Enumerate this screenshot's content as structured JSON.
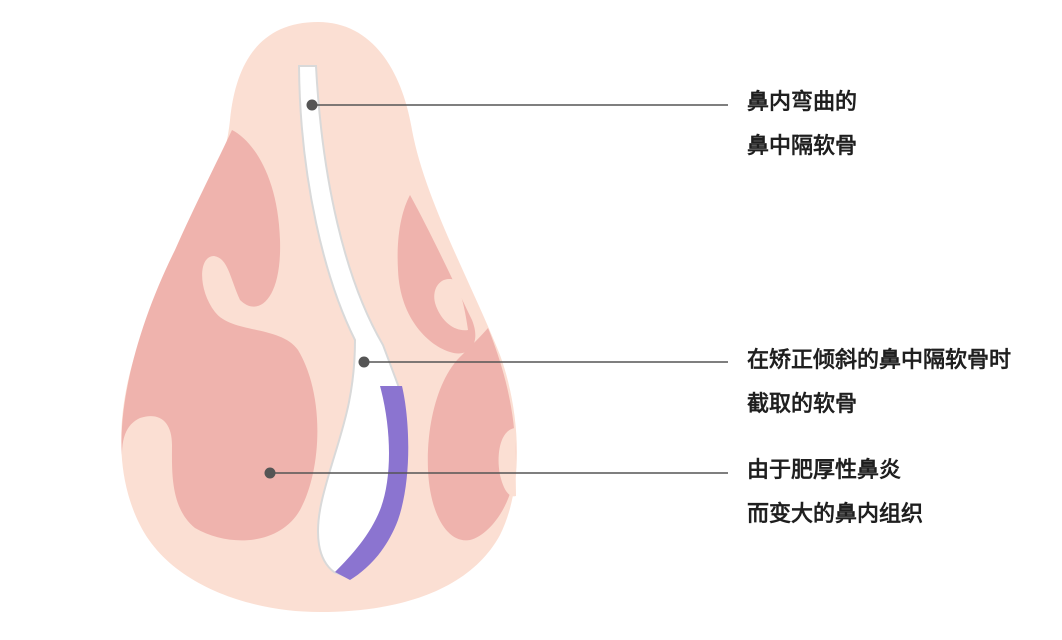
{
  "annotations": [
    {
      "id": "deviated-septum",
      "lines": [
        "鼻内弯曲的",
        "鼻中隔软骨"
      ]
    },
    {
      "id": "harvested-cartilage",
      "lines": [
        "在矫正倾斜的鼻中隔软骨时",
        "截取的软骨"
      ]
    },
    {
      "id": "enlarged-tissue",
      "lines": [
        "由于肥厚性鼻炎",
        "而变大的鼻内组织"
      ]
    }
  ],
  "colors": {
    "nose_skin": "#fbdfd3",
    "tissue": "#efb3ad",
    "septum_fill": "#ffffff",
    "septum_outline": "#d9d9d9",
    "harvested_cartilage": "#8b74d0",
    "leader_line": "#555555"
  }
}
